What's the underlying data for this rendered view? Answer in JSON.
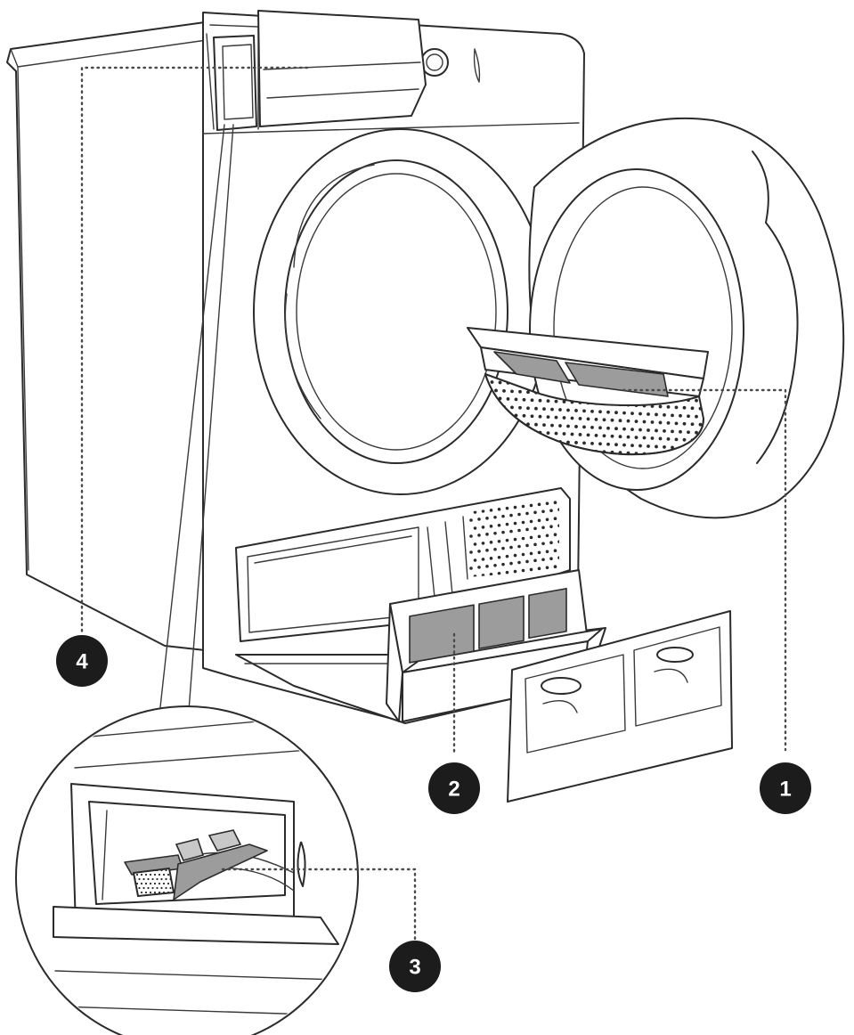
{
  "callouts": [
    {
      "id": "marker-1",
      "label": "1"
    },
    {
      "id": "marker-2",
      "label": "2"
    },
    {
      "id": "marker-3",
      "label": "3"
    },
    {
      "id": "marker-4",
      "label": "4"
    }
  ],
  "colors": {
    "line": "#2b2b2b",
    "marker": "#1c1c1c",
    "filter_mesh": "#9c9c9c"
  }
}
